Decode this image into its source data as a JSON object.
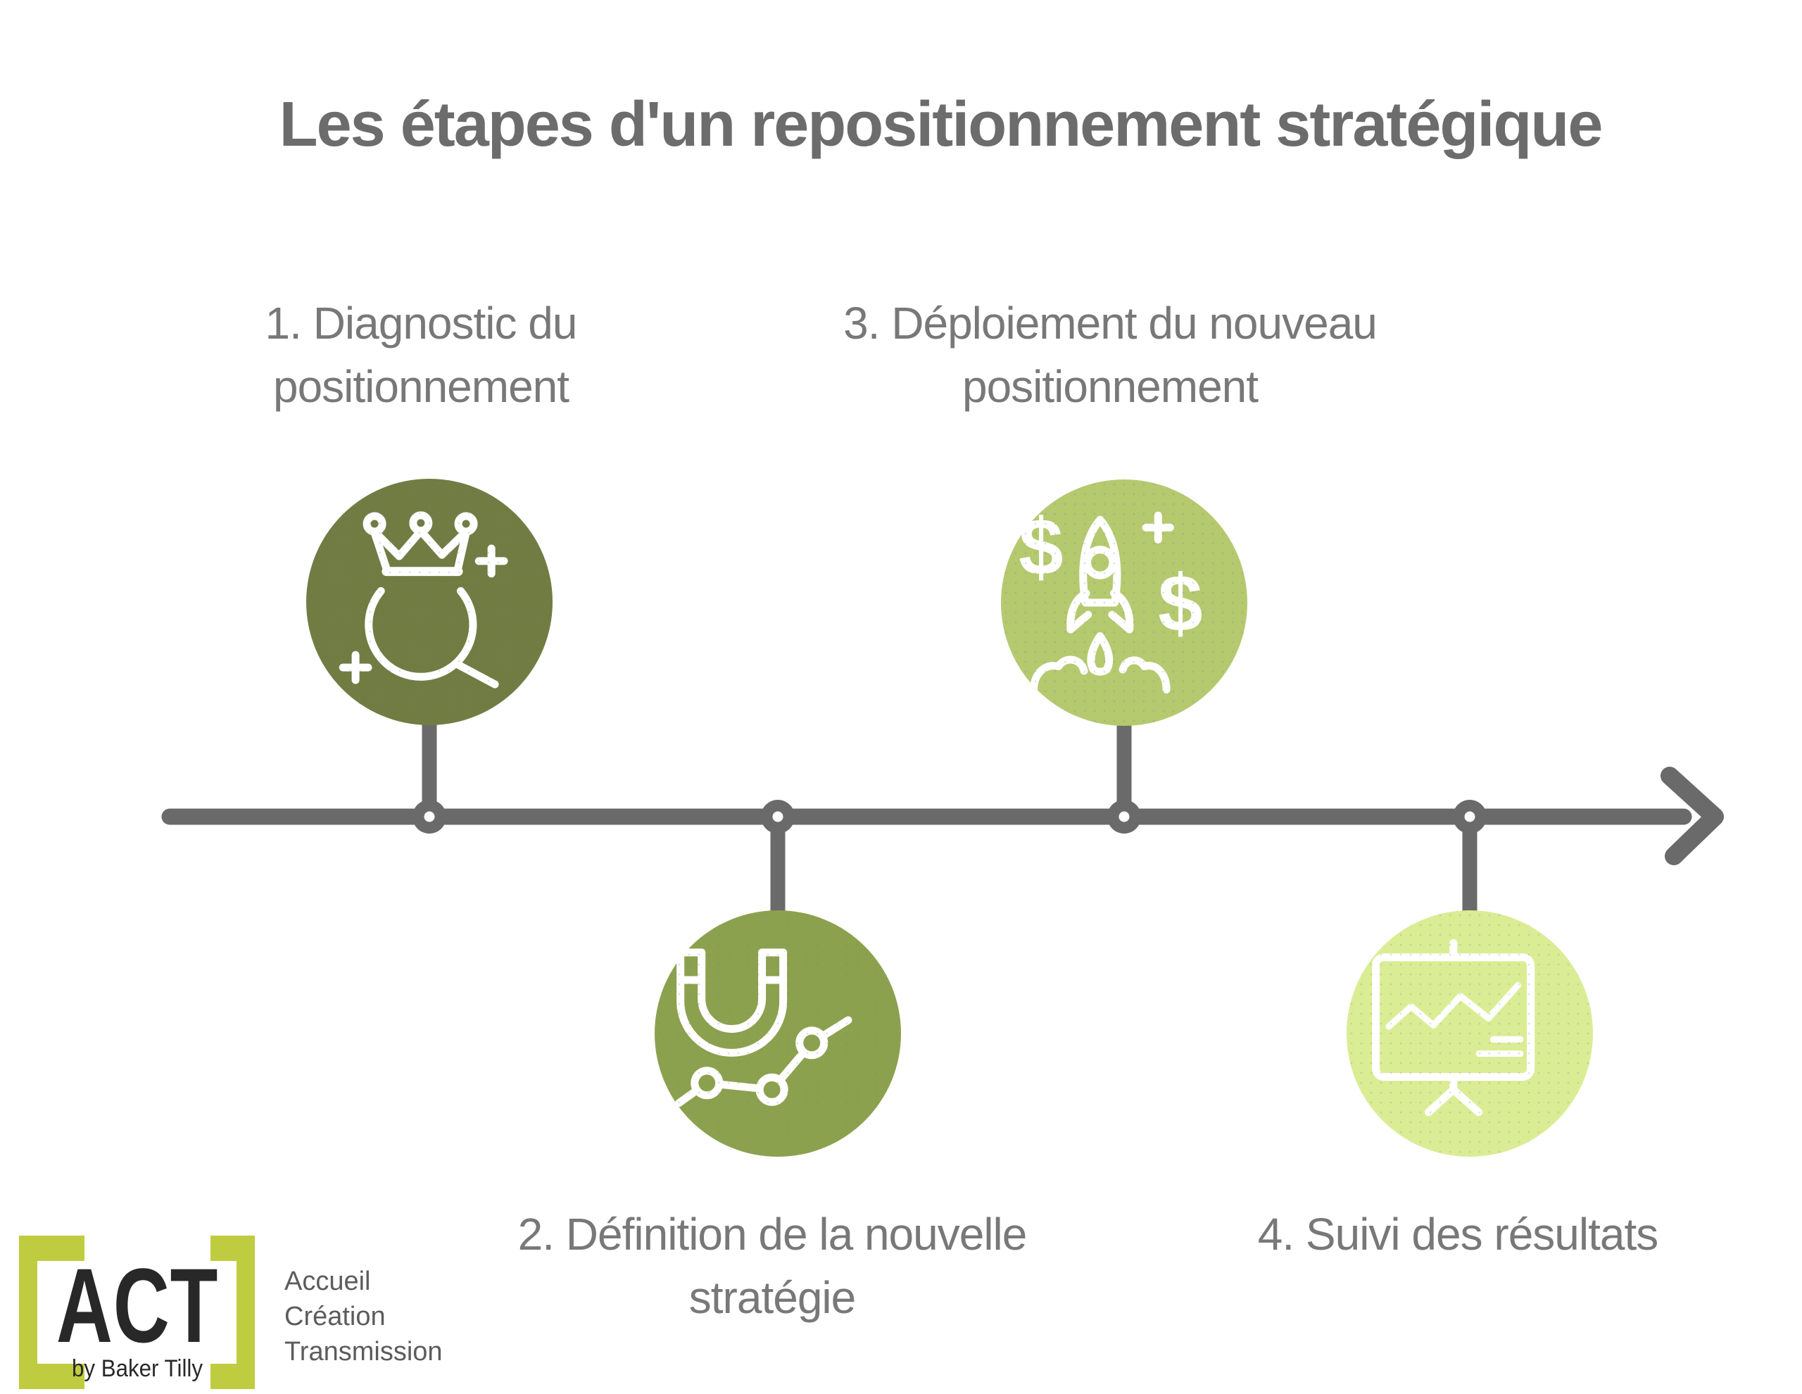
{
  "title": "Les étapes d'un repositionnement stratégique",
  "steps": [
    {
      "number": "1",
      "lines": [
        "1. Diagnostic du",
        "positionnement"
      ],
      "icon": "crown-magnifier",
      "circle_color": "#717c43"
    },
    {
      "number": "2",
      "lines": [
        "2. Définition de la nouvelle",
        "stratégie"
      ],
      "icon": "magnet-growth-chart",
      "circle_color": "#8ca14e"
    },
    {
      "number": "3",
      "lines": [
        "3. Déploiement du nouveau",
        "positionnement"
      ],
      "icon": "rocket-launch-dollars",
      "circle_color": "#b5c96f"
    },
    {
      "number": "4",
      "lines": [
        "4. Suivi des résultats"
      ],
      "icon": "presentation-board",
      "circle_color": "#daed94"
    }
  ],
  "icon_symbols": {
    "dollar": "$"
  },
  "logo": {
    "act": "ACT",
    "byline": "by Baker Tilly",
    "tagline": [
      "Accueil",
      "Création",
      "Transmission"
    ]
  },
  "colors": {
    "background": "#ffffff",
    "title_text": "#6c6c6c",
    "step_text": "#787878",
    "timeline": "#6a6a6a",
    "bracket": "#c0cc3f",
    "logo_text": "#282828",
    "tagline_text": "#5c5c5c"
  }
}
